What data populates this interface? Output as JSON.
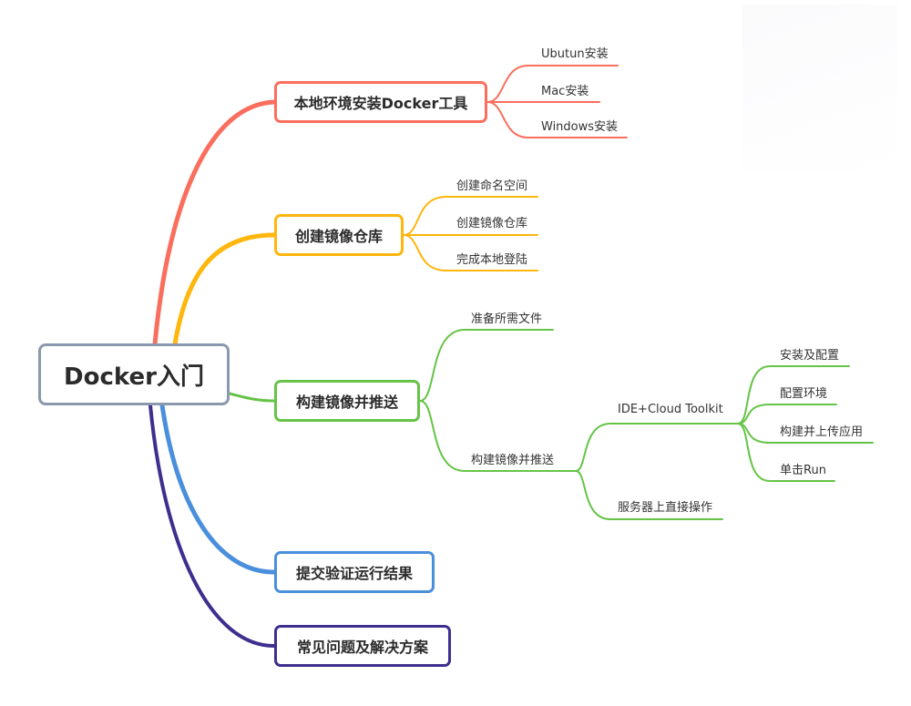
{
  "root": {
    "label": "Docker入门",
    "color": "#8c98ad"
  },
  "branches": [
    {
      "label": "本地环境安装Docker工具",
      "color": "#fa6e5d",
      "children": [
        {
          "label": "Ubutun安装"
        },
        {
          "label": "Mac安装"
        },
        {
          "label": "Windows安装"
        }
      ]
    },
    {
      "label": "创建镜像仓库",
      "color": "#ffb60d",
      "children": [
        {
          "label": "创建命名空间"
        },
        {
          "label": "创建镜像仓库"
        },
        {
          "label": "完成本地登陆"
        }
      ]
    },
    {
      "label": "构建镜像并推送",
      "color": "#65c447",
      "children": [
        {
          "label": "准备所需文件"
        },
        {
          "label": "构建镜像并推送",
          "children": [
            {
              "label": "IDE+Cloud Toolkit",
              "children": [
                {
                  "label": "安装及配置"
                },
                {
                  "label": "配置环境"
                },
                {
                  "label": "构建并上传应用"
                },
                {
                  "label": "单击Run"
                }
              ]
            },
            {
              "label": "服务器上直接操作"
            }
          ]
        }
      ]
    },
    {
      "label": "提交验证运行结果",
      "color": "#4a8fdc",
      "children": []
    },
    {
      "label": "常见问题及解决方案",
      "color": "#3e2f8f",
      "children": []
    }
  ]
}
